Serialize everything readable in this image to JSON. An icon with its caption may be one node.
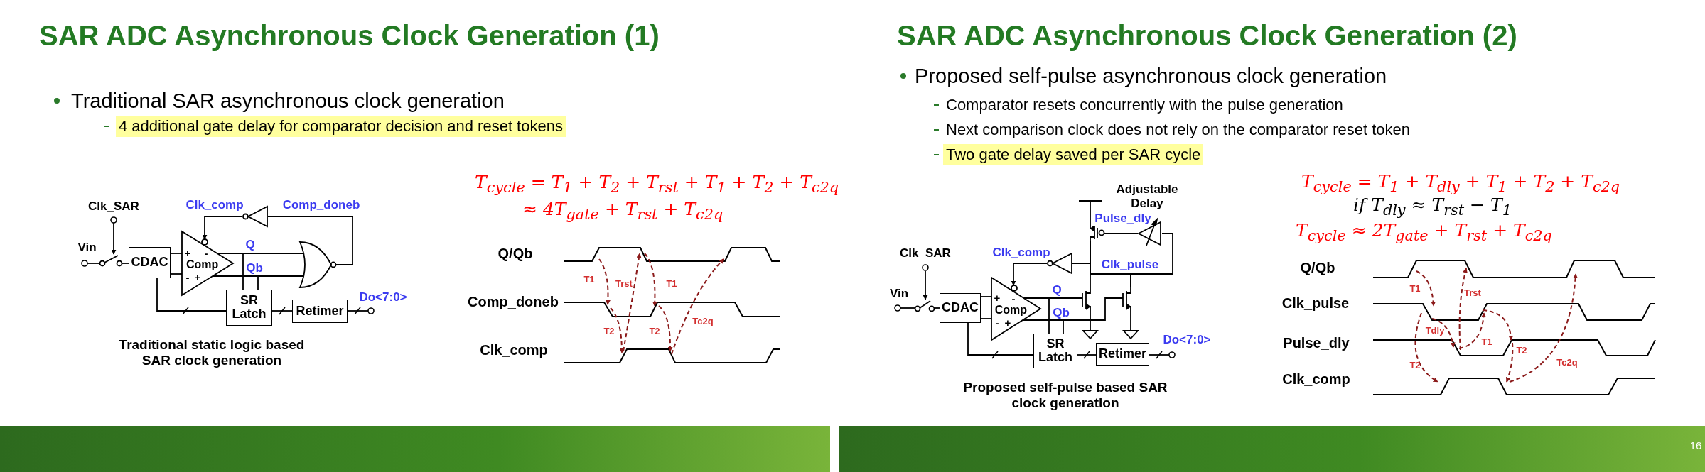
{
  "diagram": {
    "nodes": [
      {
        "text": [
          "Clk_SAR"
        ]
      },
      {
        "text": [
          "Vin"
        ]
      },
      {
        "text": [],
        "shape": "switch"
      },
      {
        "text": [
          "CDAC"
        ]
      },
      {
        "text": [
          "Comp"
        ]
      },
      {
        "text": [],
        "shape": "gate"
      },
      {
        "text": [],
        "shape": "triangle"
      },
      {
        "text": [
          "SR Latch"
        ]
      },
      {
        "text": [
          "Retimer"
        ]
      },
      {
        "text": [
          "Do<7:0>"
        ]
      },
      {
        "text": [
          "Clk_SAR"
        ]
      },
      {
        "text": [
          "Vin"
        ]
      },
      {
        "text": [],
        "shape": "switch"
      },
      {
        "text": [
          "CDAC"
        ]
      },
      {
        "text": [
          "Comp"
        ]
      },
      {
        "text": [],
        "shape": "triangle"
      },
      {
        "text": [],
        "shape": "transistor"
      },
      {
        "text": [],
        "shape": "triangle",
        "beside": [
          "Adjustable Delay"
        ]
      },
      {
        "text": [],
        "shape": "transistor"
      },
      {
        "text": [],
        "shape": "transistor"
      },
      {
        "text": [],
        "shape": "ground"
      },
      {
        "text": [],
        "shape": "ground"
      },
      {
        "text": [
          "SR Latch"
        ]
      },
      {
        "text": [
          "Retimer"
        ]
      },
      {
        "text": [
          "Do<7:0>"
        ]
      }
    ],
    "edges": [
      {
        "from": 1,
        "to": 2,
        "arrow": "none"
      },
      {
        "from": 0,
        "to": 2,
        "arrow": "to"
      },
      {
        "from": 2,
        "to": 3,
        "arrow": "none"
      },
      {
        "from": 3,
        "to": 4,
        "arrow": "none"
      },
      {
        "from": 3,
        "to": 4,
        "arrow": "none"
      },
      {
        "from": 4,
        "to": 5,
        "arrow": "none"
      },
      {
        "from": 4,
        "to": 5,
        "arrow": "none"
      },
      {
        "from": 4,
        "to": 7,
        "arrow": "none"
      },
      {
        "from": 4,
        "to": 7,
        "arrow": "none"
      },
      {
        "from": 5,
        "to": 6,
        "arrow": "none"
      },
      {
        "from": 6,
        "to": 4,
        "arrow": "to"
      },
      {
        "from": 7,
        "to": 3,
        "arrow": "none"
      },
      {
        "from": 7,
        "to": 8,
        "arrow": "none"
      },
      {
        "from": 8,
        "to": 9,
        "arrow": "none"
      },
      {
        "from": 11,
        "to": 12,
        "arrow": "none"
      },
      {
        "from": 10,
        "to": 12,
        "arrow": "to"
      },
      {
        "from": 12,
        "to": 13,
        "arrow": "none"
      },
      {
        "from": 13,
        "to": 14,
        "arrow": "none"
      },
      {
        "from": 13,
        "to": 14,
        "arrow": "none"
      },
      {
        "from": 14,
        "to": 18,
        "arrow": "none"
      },
      {
        "from": 14,
        "to": 19,
        "arrow": "none"
      },
      {
        "from": 14,
        "to": 22,
        "arrow": "none"
      },
      {
        "from": 14,
        "to": 22,
        "arrow": "none"
      },
      {
        "from": 16,
        "to": 18,
        "arrow": "none"
      },
      {
        "from": 16,
        "to": 19,
        "arrow": "none"
      },
      {
        "from": 16,
        "to": 15,
        "arrow": "none"
      },
      {
        "from": 19,
        "to": 17,
        "arrow": "none"
      },
      {
        "from": 17,
        "to": 16,
        "arrow": "none"
      },
      {
        "from": 15,
        "to": 14,
        "arrow": "to"
      },
      {
        "from": 18,
        "to": 20,
        "arrow": "none"
      },
      {
        "from": 19,
        "to": 21,
        "arrow": "none"
      },
      {
        "from": 22,
        "to": 13,
        "arrow": "none"
      },
      {
        "from": 22,
        "to": 23,
        "arrow": "none"
      },
      {
        "from": 23,
        "to": 24,
        "arrow": "none"
      }
    ],
    "labels": [
      "SAR ADC Asynchronous Clock Generation (1)",
      "Traditional SAR asynchronous clock generation",
      "4 additional gate delay for comparator decision and reset tokens",
      "Clk_comp",
      "Comp_doneb",
      "+",
      "-",
      "Q",
      "-",
      "+",
      "Qb",
      "Traditional static logic based SAR clock generation",
      "T$_{cycle}$ = T$_{1}$ + T$_{2}$ + T$_{rst}$ + T$_{1}$ + T$_{2}$ + T$_{c2q}$",
      "≈ 4T$_{gate}$ + T$_{rst}$ + T$_{c2q}$",
      "Q/Qb",
      "T1",
      "Trst",
      "T1",
      "Comp_doneb",
      "T2",
      "T2",
      "Tc2q",
      "Clk_comp",
      "SAR ADC Asynchronous Clock Generation (2)",
      "Proposed self-pulse asynchronous clock generation",
      "Comparator resets concurrently with the pulse generation",
      "Next comparison clock does not rely on the comparator reset token",
      "Two gate delay saved per SAR cycle",
      "Pulse_dly",
      "Clk_comp",
      "Clk_pulse",
      "+",
      "-",
      "Q",
      "-",
      "+",
      "Qb",
      "Proposed self-pulse based SAR clock generation",
      "T$_{cycle}$ = T$_{1}$ + T$_{dly}$ + T$_{1}$ + T$_{2}$ + T$_{c2q}$",
      "if T$_{dly}$ ≈ T$_{rst}$ − T$_{1}$",
      "T$_{cycle}$ ≈ 2T$_{gate}$ + T$_{rst}$ + T$_{c2q}$",
      "Q/Qb",
      "T1",
      "Trst",
      "Clk_pulse",
      "Tdly",
      "Pulse_dly",
      "T1",
      "T2",
      "T2",
      "Tc2q",
      "Clk_comp",
      "16"
    ]
  }
}
